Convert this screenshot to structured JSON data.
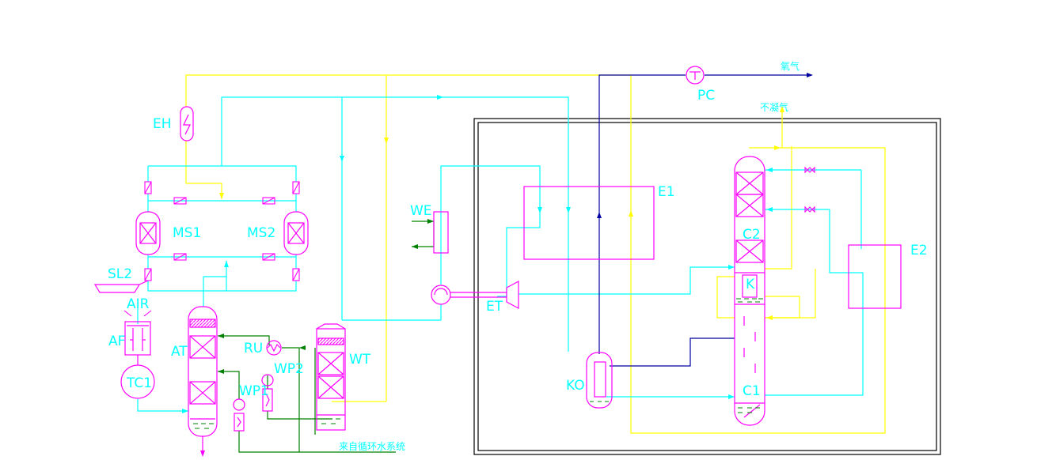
{
  "colors": {
    "yellow": "#ffff00",
    "cyan": "#00ffff",
    "magenta": "#ff00ff",
    "blue": "#0000a0",
    "green": "#008000",
    "frame": "#000000",
    "background": "#ffffff"
  },
  "labels": {
    "EH": "EH",
    "MS1": "MS1",
    "MS2": "MS2",
    "SL2": "SL2",
    "AIR": "AIR",
    "AF": "AF",
    "TC1": "TC1",
    "AT": "AT",
    "RU": "RU",
    "WP2": "WP2",
    "WP1": "WP1",
    "WT": "WT",
    "WE": "WE",
    "ET": "ET",
    "E1": "E1",
    "KO": "KO",
    "C2": "C2",
    "K": "K",
    "C1": "C1",
    "E2": "E2",
    "PC": "PC",
    "oxygen": "氧气",
    "noncondensable": "不凝气",
    "cooling_water": "来自循环水系统"
  }
}
